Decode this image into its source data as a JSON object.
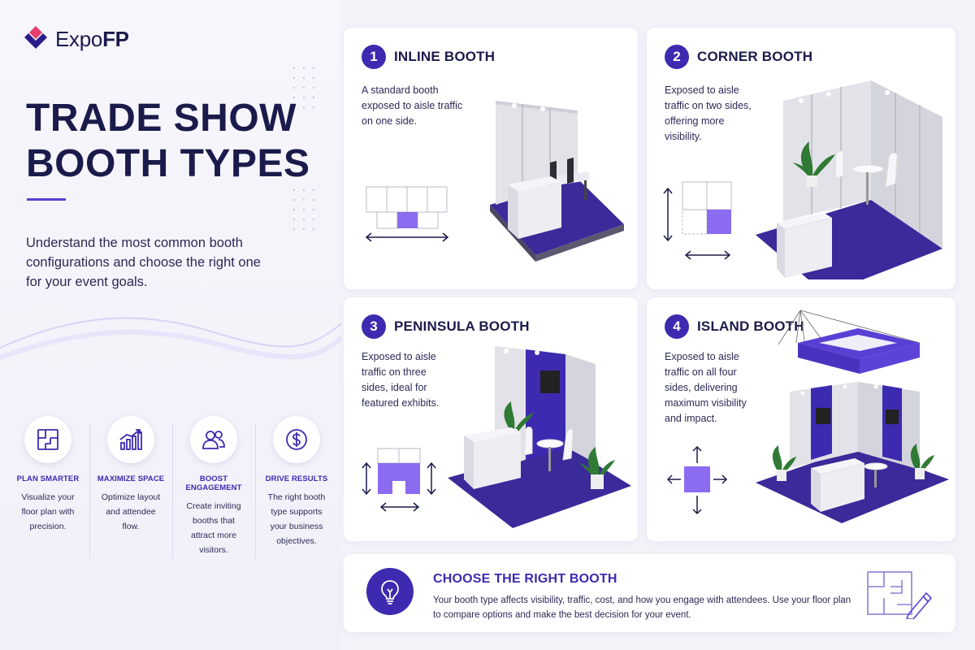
{
  "brand": {
    "name_regular": "Expo",
    "name_bold": "FP"
  },
  "hero": {
    "title_line1": "TRADE SHOW",
    "title_line2": "BOOTH TYPES",
    "subtitle": "Understand the most common booth configurations and choose the right one for your event goals."
  },
  "features": [
    {
      "icon": "floor-plan-icon",
      "title": "PLAN SMARTER",
      "desc": "Visualize your floor plan with precision."
    },
    {
      "icon": "chart-growth-icon",
      "title": "MAXIMIZE SPACE",
      "desc": "Optimize layout and attendee flow."
    },
    {
      "icon": "people-icon",
      "title": "BOOST ENGAGEMENT",
      "desc": "Create inviting booths that attract more visitors."
    },
    {
      "icon": "dollar-icon",
      "title": "DRIVE RESULTS",
      "desc": "The right booth type supports your business objectives."
    }
  ],
  "booths": [
    {
      "number": "1",
      "title": "INLINE BOOTH",
      "desc": "A standard booth exposed to aisle traffic on one side."
    },
    {
      "number": "2",
      "title": "CORNER BOOTH",
      "desc": "Exposed to aisle traffic on two sides, offering more visibility."
    },
    {
      "number": "3",
      "title": "PENINSULA BOOTH",
      "desc": "Exposed to aisle traffic on three sides, ideal for featured exhibits."
    },
    {
      "number": "4",
      "title": "ISLAND BOOTH",
      "desc": "Exposed to aisle traffic on all four sides, delivering maximum visibility and impact."
    }
  ],
  "cta": {
    "title": "CHOOSE THE RIGHT BOOTH",
    "body": "Your booth type affects visibility, traffic, cost, and how you engage with attendees. Use your floor plan to compare options and make the best decision for your event."
  },
  "colors": {
    "accent": "#3c2bb0",
    "highlight": "#8b6cf0",
    "carpet": "#3a2a9a",
    "text": "#1b1b4b"
  }
}
